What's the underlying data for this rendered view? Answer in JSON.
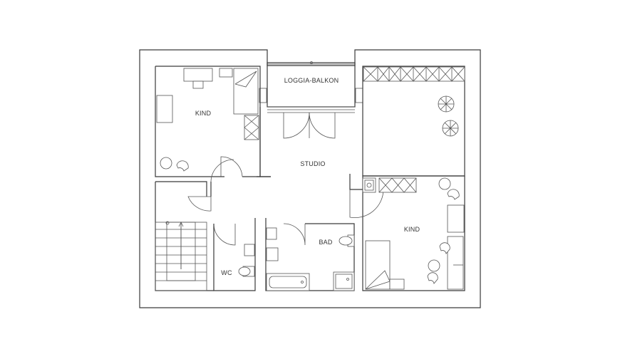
{
  "rooms": {
    "kind_top_left": "KIND",
    "loggia": "LOGGIA-BALKON",
    "studio": "STUDIO",
    "kind_bottom_right": "KIND",
    "bad": "BAD",
    "wc": "WC"
  },
  "colors": {
    "wall": "#3a3a3a",
    "line": "#555555",
    "background": "#ffffff"
  }
}
